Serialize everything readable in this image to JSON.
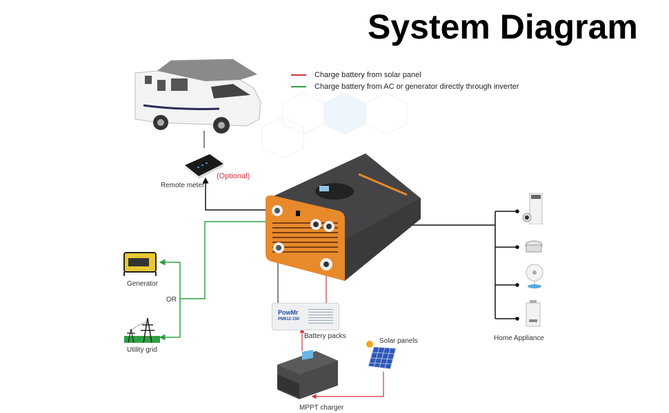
{
  "title": "System Diagram",
  "legend": [
    {
      "label": "Charge battery from solar panel",
      "color": "#d0333f"
    },
    {
      "label": "Charge battery from AC or generator directly through inverter",
      "color": "#2ea043"
    }
  ],
  "colors": {
    "solar_line": "#d0333f",
    "ac_line": "#2ea043",
    "load_line": "#111111",
    "inverter_front": "#e8892b",
    "inverter_body": "#3a3a3c"
  },
  "labels": {
    "remote_meter": "Remote meter",
    "optional": "(Optional)",
    "generator": "Generator",
    "or": "OR",
    "utility_grid": "Utility grid",
    "battery_packs": "Battery packs",
    "solar_panels": "Solar panels",
    "mppt_charger": "MPPT charger",
    "home_appliance": "Home Appliance"
  },
  "battery": {
    "brand": "PowMr",
    "model": "PM612-150"
  }
}
